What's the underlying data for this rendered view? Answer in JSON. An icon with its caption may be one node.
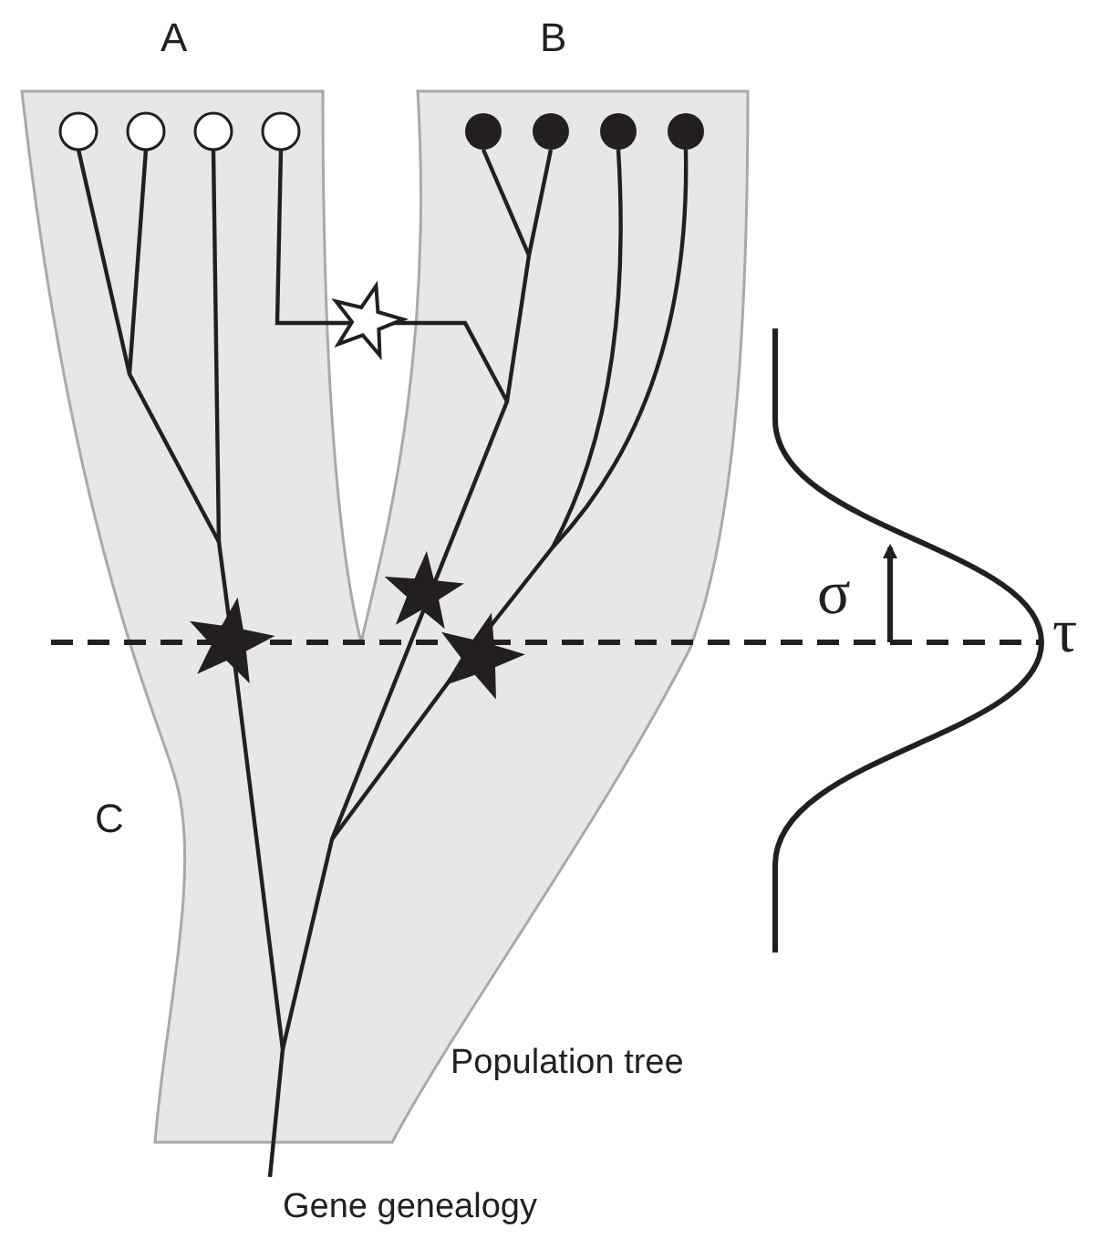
{
  "diagram": {
    "labels": [
      "A",
      "B",
      "σ",
      "τ",
      "C",
      "Population tree",
      "Gene genealogy"
    ]
  }
}
